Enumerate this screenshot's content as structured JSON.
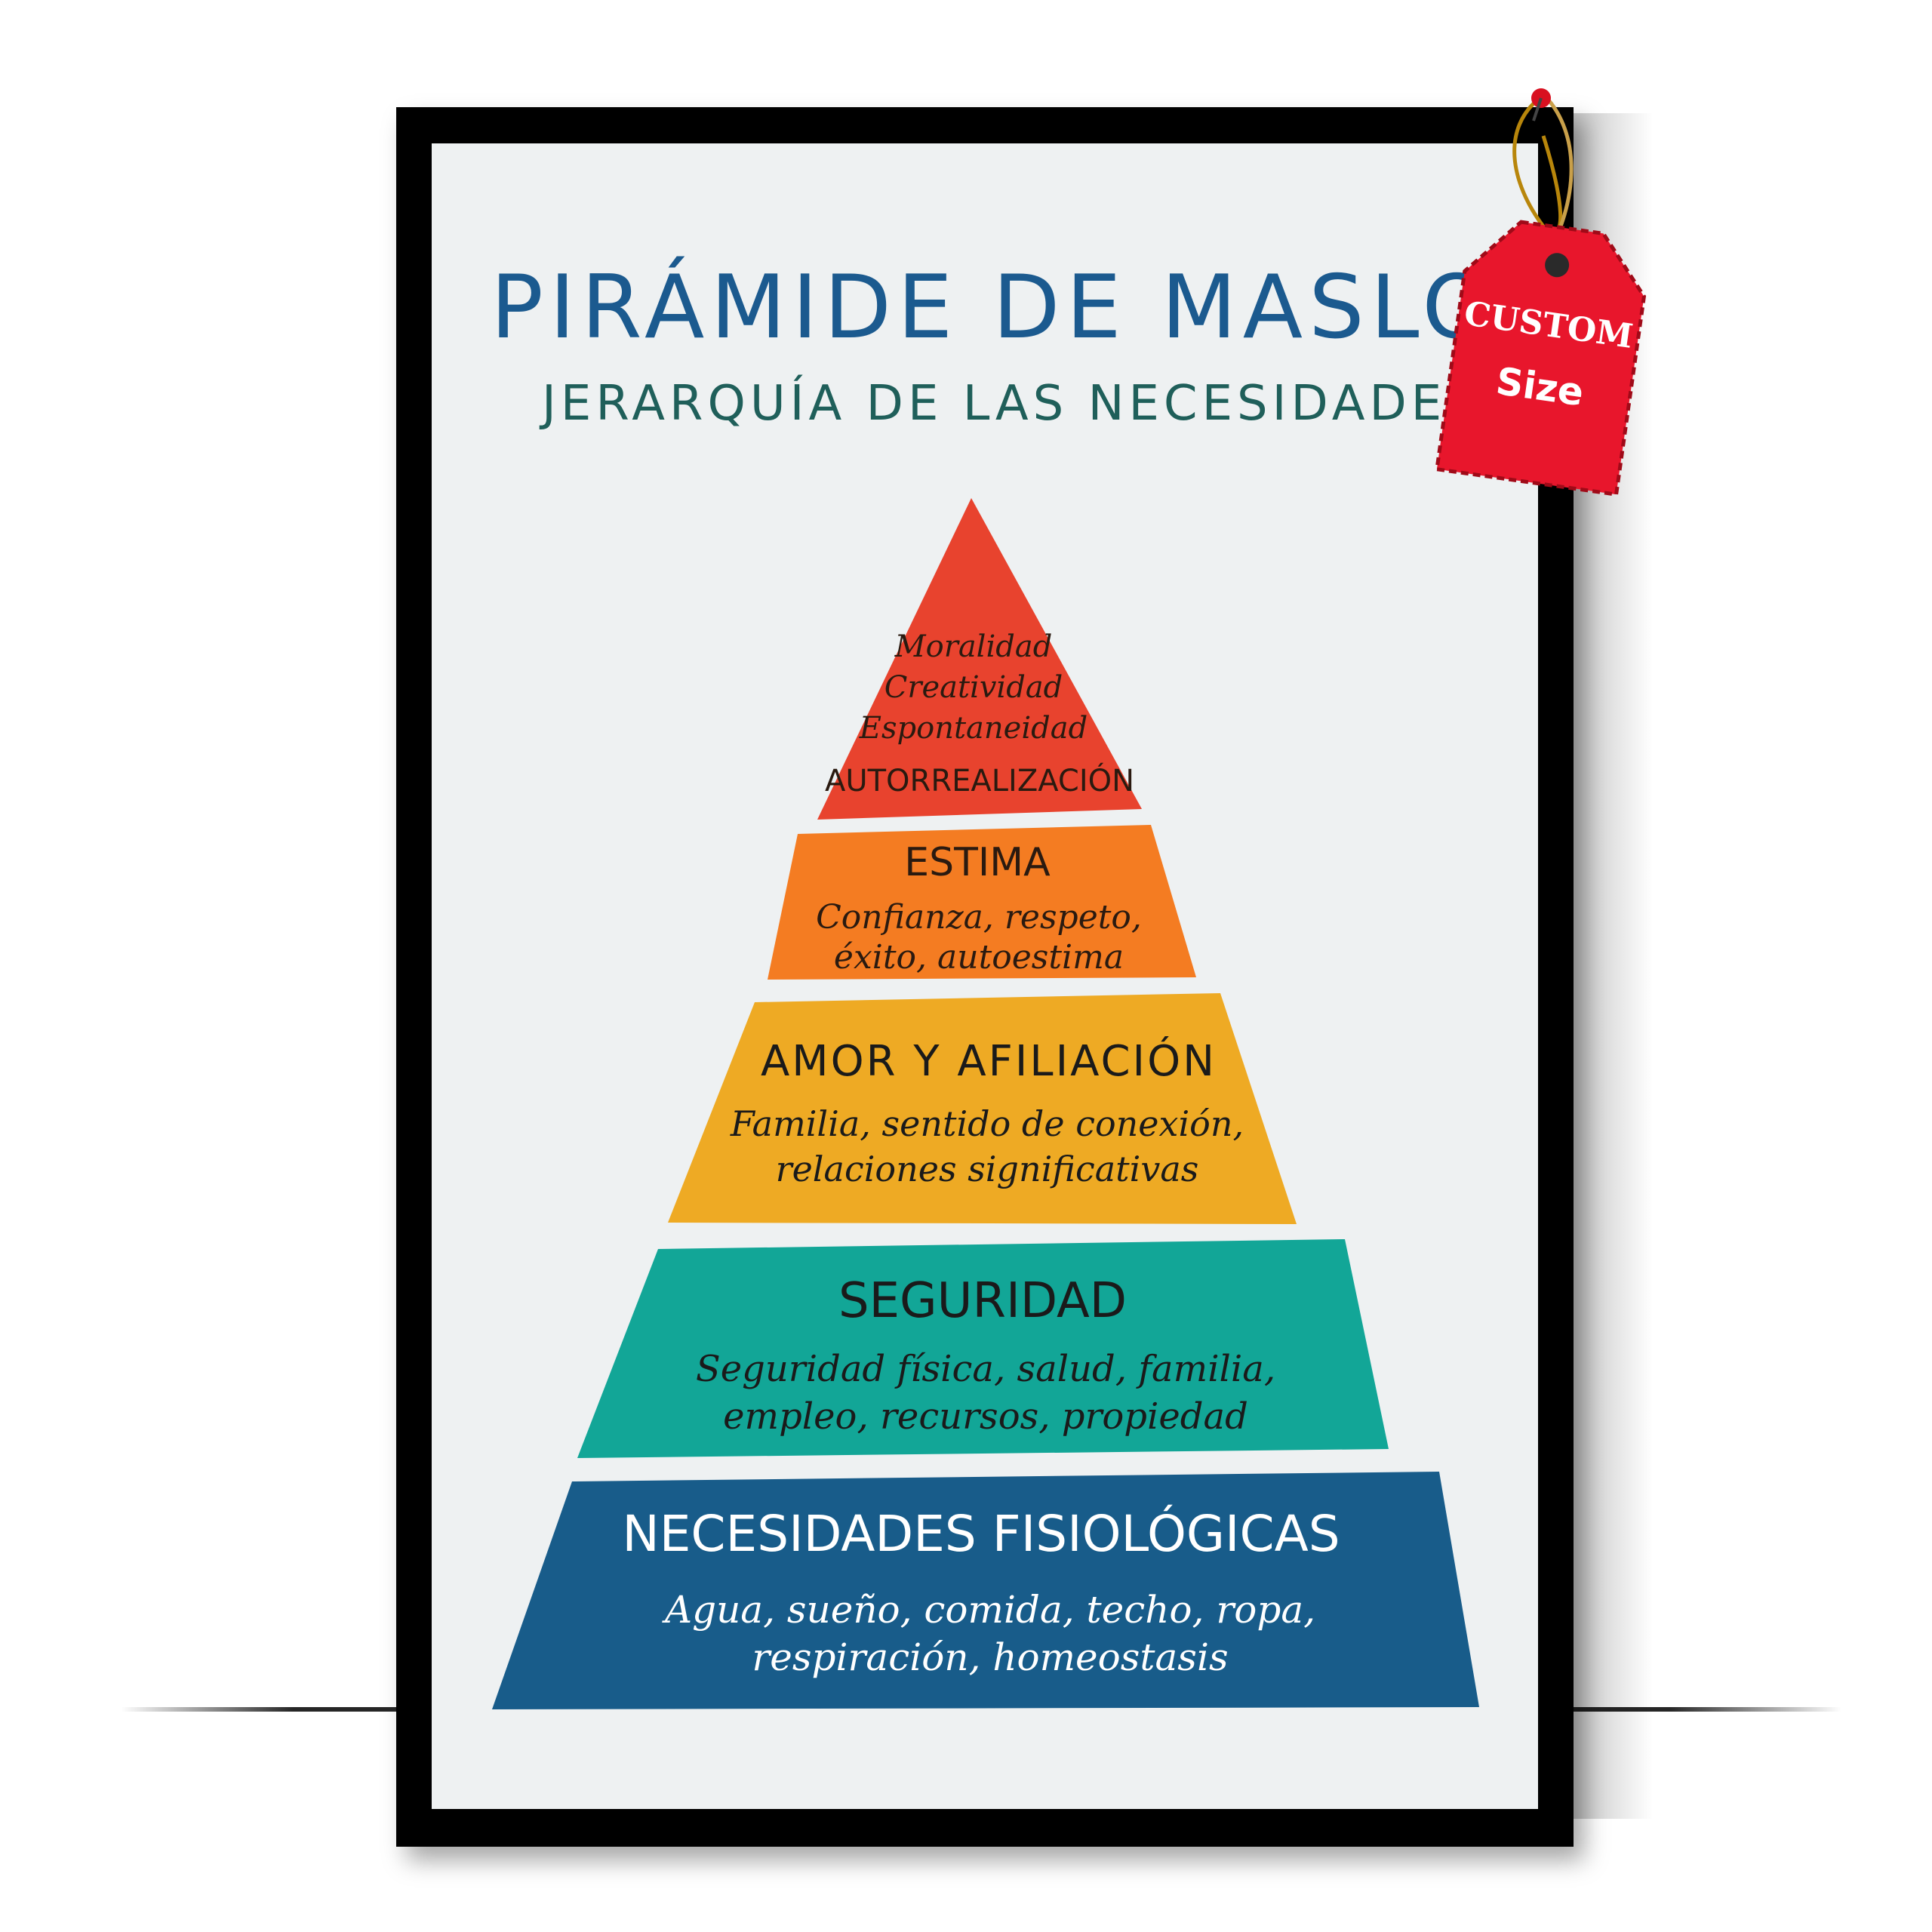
{
  "title": "PIRÁMIDE DE MASLOW",
  "subtitle": "JERARQUÍA DE LAS NECESIDADES",
  "tag": {
    "line1": "CUSTOM",
    "line2": "Size"
  },
  "colors": {
    "frame": "#000000",
    "poster_bg": "#eef1f2",
    "title": "#1b5a8f",
    "subtitle": "#1f5f5a",
    "tag": "#e8162c",
    "level_autorrealizacion": "#e8432e",
    "level_estima": "#f47c22",
    "level_amor": "#eeaa24",
    "level_seguridad": "#12a697",
    "level_fisiologicas": "#185c8a"
  },
  "levels": {
    "autorrealizacion": {
      "items": [
        "Moralidad",
        "Creatividad",
        "Espontaneidad"
      ],
      "heading": "AUTORREALIZACIÓN"
    },
    "estima": {
      "heading": "ESTIMA",
      "desc": [
        "Confianza, respeto,",
        "éxito, autoestima"
      ]
    },
    "amor": {
      "heading": "AMOR Y AFILIACIÓN",
      "desc": [
        "Familia, sentido de conexión,",
        "relaciones significativas"
      ]
    },
    "seguridad": {
      "heading": "SEGURIDAD",
      "desc": [
        "Seguridad física, salud, familia,",
        "empleo, recursos, propiedad"
      ]
    },
    "fisiologicas": {
      "heading": "NECESIDADES FISIOLÓGICAS",
      "desc": [
        "Agua, sueño, comida, techo, ropa,",
        "respiración, homeostasis"
      ]
    }
  }
}
